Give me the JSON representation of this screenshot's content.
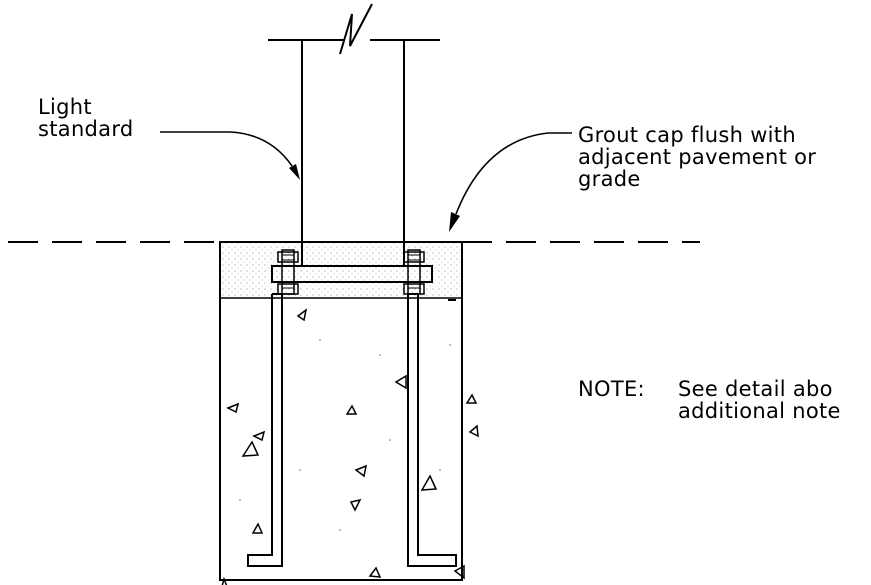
{
  "labels": {
    "light_standard": [
      "Light",
      "standard"
    ],
    "grout_cap": [
      "Grout cap flush with",
      "adjacent pavement or",
      "grade"
    ],
    "note_heading": "NOTE:",
    "note_text": [
      "See detail abo",
      "additional note"
    ]
  },
  "colors": {
    "line": "#000000",
    "background": "#ffffff",
    "grout_stipple": "#9a9a9a"
  }
}
